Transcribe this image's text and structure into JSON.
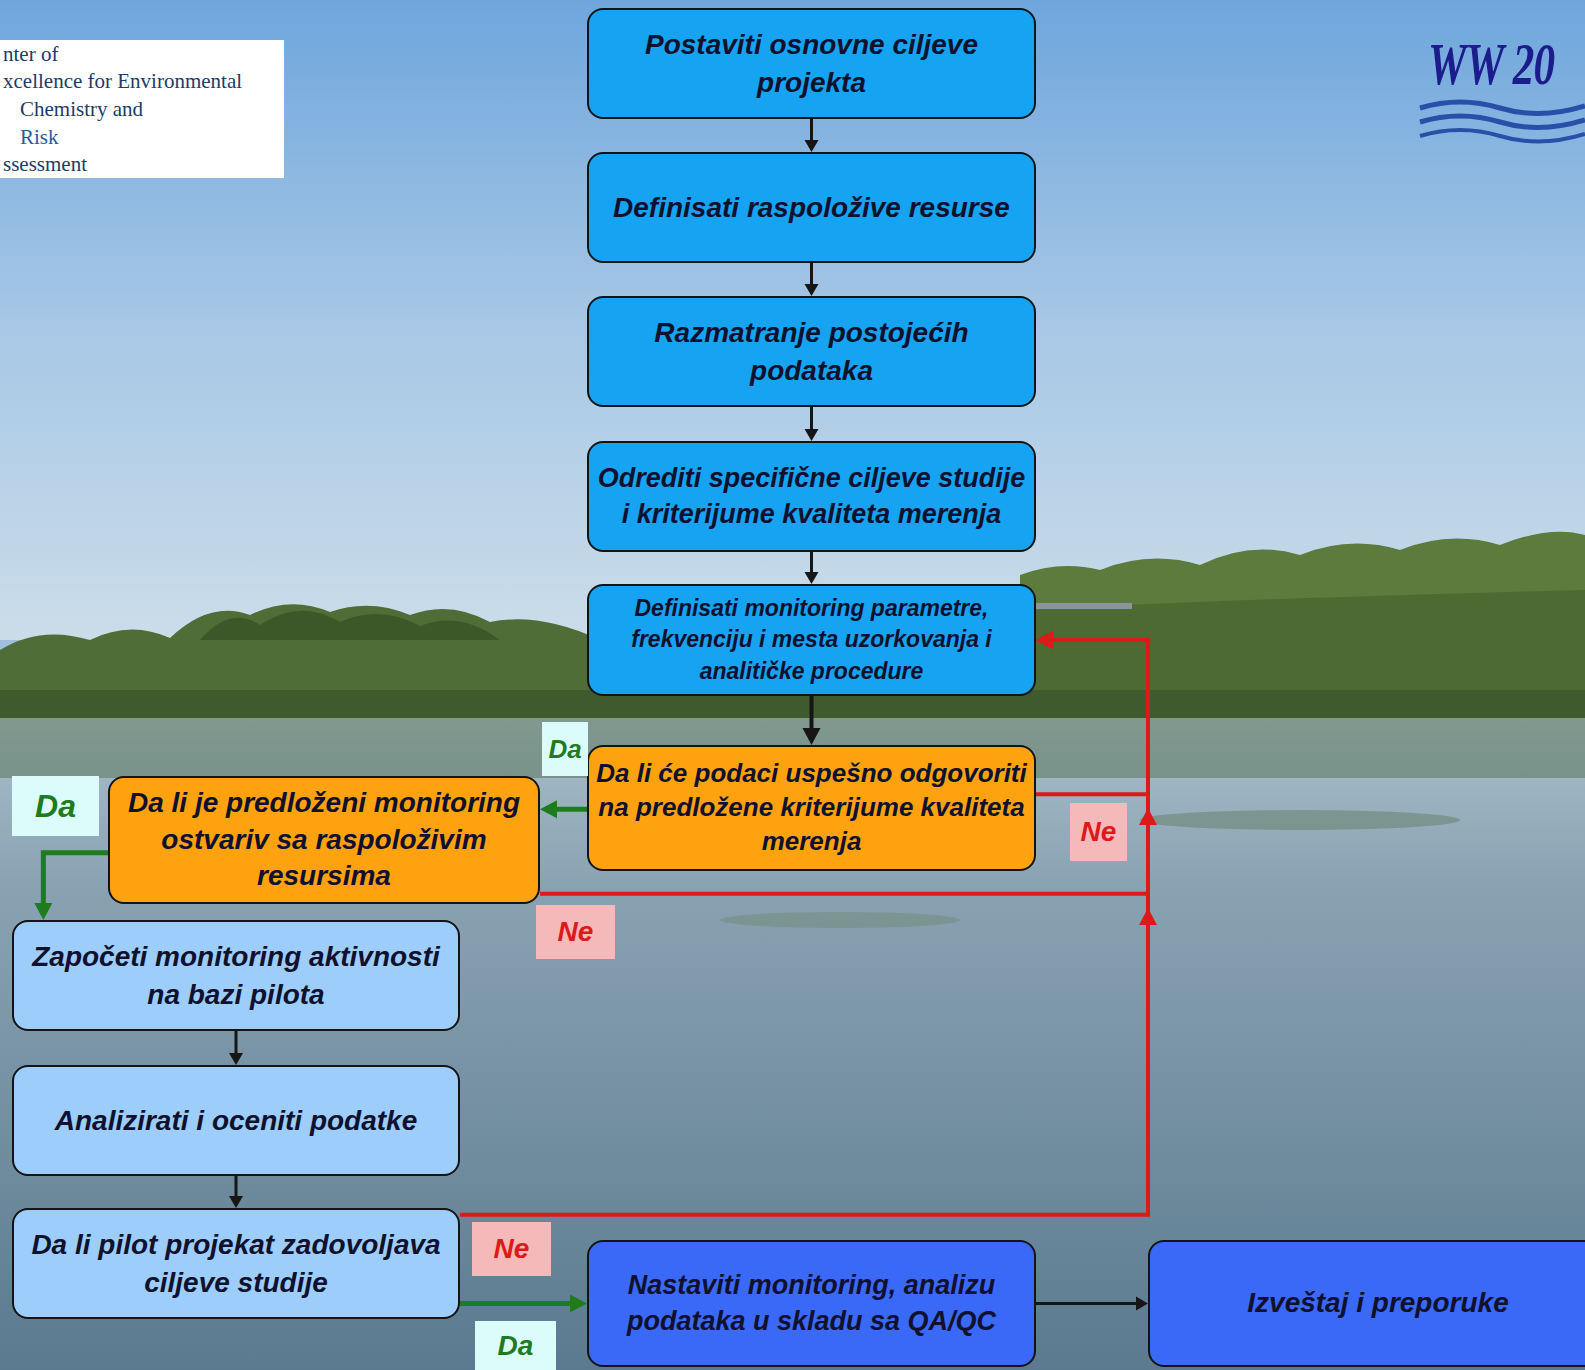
{
  "diagram": {
    "nodes": [
      {
        "text": [
          "Postaviti osnovne ciljeve projekta"
        ]
      },
      {
        "text": [
          "Definisati raspoložive resurse"
        ]
      },
      {
        "text": [
          "Razmatranje postojećih podataka"
        ]
      },
      {
        "text": [
          "Odrediti specifične ciljeve studije i kriterijume kvaliteta merenja"
        ]
      },
      {
        "text": [
          "Definisati monitoring parametre, frekvenciju i mesta uzorkovanja i analitičke procedure"
        ]
      },
      {
        "text": [
          "Da li će podaci uspešno odgovoriti na predložene kriterijume kvaliteta merenja"
        ]
      },
      {
        "text": [
          "Da li je predloženi monitoring ostvariv sa raspoloživim resursima"
        ]
      },
      {
        "text": [
          "Započeti monitoring aktivnosti na bazi pilota"
        ]
      },
      {
        "text": [
          "Analizirati i oceniti podatke"
        ]
      },
      {
        "text": [
          "Da li pilot projekat zadovoljava ciljeve studije"
        ]
      },
      {
        "text": [
          "Nastaviti monitoring, analizu podataka u skladu sa QA/QC"
        ]
      },
      {
        "text": [
          "Izveštaj i preporuke"
        ]
      }
    ],
    "edges": [
      {
        "from": 0,
        "to": 1,
        "arrow": "to"
      },
      {
        "from": 1,
        "to": 2,
        "arrow": "to"
      },
      {
        "from": 2,
        "to": 3,
        "arrow": "to"
      },
      {
        "from": 3,
        "to": 4,
        "arrow": "to"
      },
      {
        "from": 4,
        "to": 5,
        "arrow": "to"
      },
      {
        "from": 5,
        "to": 6,
        "label": "Da",
        "arrow": "to"
      },
      {
        "from": 5,
        "to": 4,
        "label": "Ne",
        "arrow": "to"
      },
      {
        "from": 6,
        "to": 7,
        "label": "Da",
        "arrow": "to"
      },
      {
        "from": 6,
        "to": 4,
        "label": "Ne",
        "arrow": "to"
      },
      {
        "from": 7,
        "to": 8,
        "arrow": "to"
      },
      {
        "from": 8,
        "to": 9,
        "arrow": "to"
      },
      {
        "from": 9,
        "to": 4,
        "label": "Ne",
        "arrow": "to"
      },
      {
        "from": 9,
        "to": 10,
        "label": "Da",
        "arrow": "to"
      },
      {
        "from": 10,
        "to": 11,
        "arrow": "to"
      }
    ],
    "labels": [
      "nter of",
      "xcellence for Environmental",
      "Chemistry and",
      "Risk",
      "ssessment",
      "WW 20"
    ]
  }
}
